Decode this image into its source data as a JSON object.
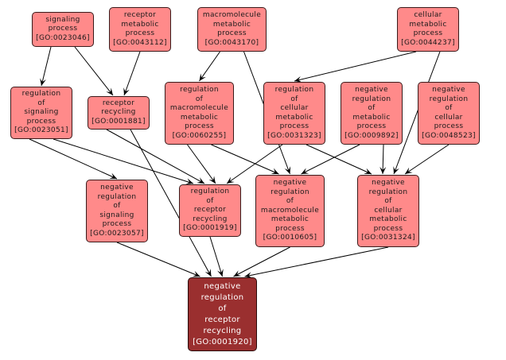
{
  "colors": {
    "node_fill": "#ff8a8a",
    "target_fill": "#9a2f2f",
    "edge": "#000000"
  },
  "nodes": [
    {
      "id": "GO:0023046",
      "lines": [
        "signaling",
        "process",
        "[GO:0023046]"
      ]
    },
    {
      "id": "GO:0043112",
      "lines": [
        "receptor",
        "metabolic",
        "process",
        "[GO:0043112]"
      ]
    },
    {
      "id": "GO:0043170",
      "lines": [
        "macromolecule",
        "metabolic",
        "process",
        "[GO:0043170]"
      ]
    },
    {
      "id": "GO:0044237",
      "lines": [
        "cellular",
        "metabolic",
        "process",
        "[GO:0044237]"
      ]
    },
    {
      "id": "GO:0023051",
      "lines": [
        "regulation",
        "of",
        "signaling",
        "process",
        "[GO:0023051]"
      ]
    },
    {
      "id": "GO:0001881",
      "lines": [
        "receptor",
        "recycling",
        "[GO:0001881]"
      ]
    },
    {
      "id": "GO:0060255",
      "lines": [
        "regulation",
        "of",
        "macromolecule",
        "metabolic",
        "process",
        "[GO:0060255]"
      ]
    },
    {
      "id": "GO:0031323",
      "lines": [
        "regulation",
        "of",
        "cellular",
        "metabolic",
        "process",
        "[GO:0031323]"
      ]
    },
    {
      "id": "GO:0009892",
      "lines": [
        "negative",
        "regulation",
        "of",
        "metabolic",
        "process",
        "[GO:0009892]"
      ]
    },
    {
      "id": "GO:0048523",
      "lines": [
        "negative",
        "regulation",
        "of",
        "cellular",
        "process",
        "[GO:0048523]"
      ]
    },
    {
      "id": "GO:0023057",
      "lines": [
        "negative",
        "regulation",
        "of",
        "signaling",
        "process",
        "[GO:0023057]"
      ]
    },
    {
      "id": "GO:0001919",
      "lines": [
        "regulation",
        "of",
        "receptor",
        "recycling",
        "[GO:0001919]"
      ]
    },
    {
      "id": "GO:0010605",
      "lines": [
        "negative",
        "regulation",
        "of",
        "macromolecule",
        "metabolic",
        "process",
        "[GO:0010605]"
      ]
    },
    {
      "id": "GO:0031324",
      "lines": [
        "negative",
        "regulation",
        "of",
        "cellular",
        "metabolic",
        "process",
        "[GO:0031324]"
      ]
    },
    {
      "id": "GO:0001920",
      "lines": [
        "negative",
        "regulation",
        "of",
        "receptor",
        "recycling",
        "[GO:0001920]"
      ],
      "target": true
    }
  ],
  "edges": [
    [
      "GO:0023046",
      "GO:0023051"
    ],
    [
      "GO:0023046",
      "GO:0001881"
    ],
    [
      "GO:0043112",
      "GO:0001881"
    ],
    [
      "GO:0043170",
      "GO:0060255"
    ],
    [
      "GO:0043170",
      "GO:0010605"
    ],
    [
      "GO:0044237",
      "GO:0031323"
    ],
    [
      "GO:0044237",
      "GO:0031324"
    ],
    [
      "GO:0023051",
      "GO:0023057"
    ],
    [
      "GO:0023051",
      "GO:0001919"
    ],
    [
      "GO:0001881",
      "GO:0001919"
    ],
    [
      "GO:0001881",
      "GO:0001920"
    ],
    [
      "GO:0060255",
      "GO:0001919"
    ],
    [
      "GO:0060255",
      "GO:0010605"
    ],
    [
      "GO:0031323",
      "GO:0001919"
    ],
    [
      "GO:0031323",
      "GO:0031324"
    ],
    [
      "GO:0009892",
      "GO:0010605"
    ],
    [
      "GO:0009892",
      "GO:0031324"
    ],
    [
      "GO:0048523",
      "GO:0031324"
    ],
    [
      "GO:0023057",
      "GO:0001920"
    ],
    [
      "GO:0001919",
      "GO:0001920"
    ],
    [
      "GO:0010605",
      "GO:0001920"
    ],
    [
      "GO:0031324",
      "GO:0001920"
    ]
  ]
}
